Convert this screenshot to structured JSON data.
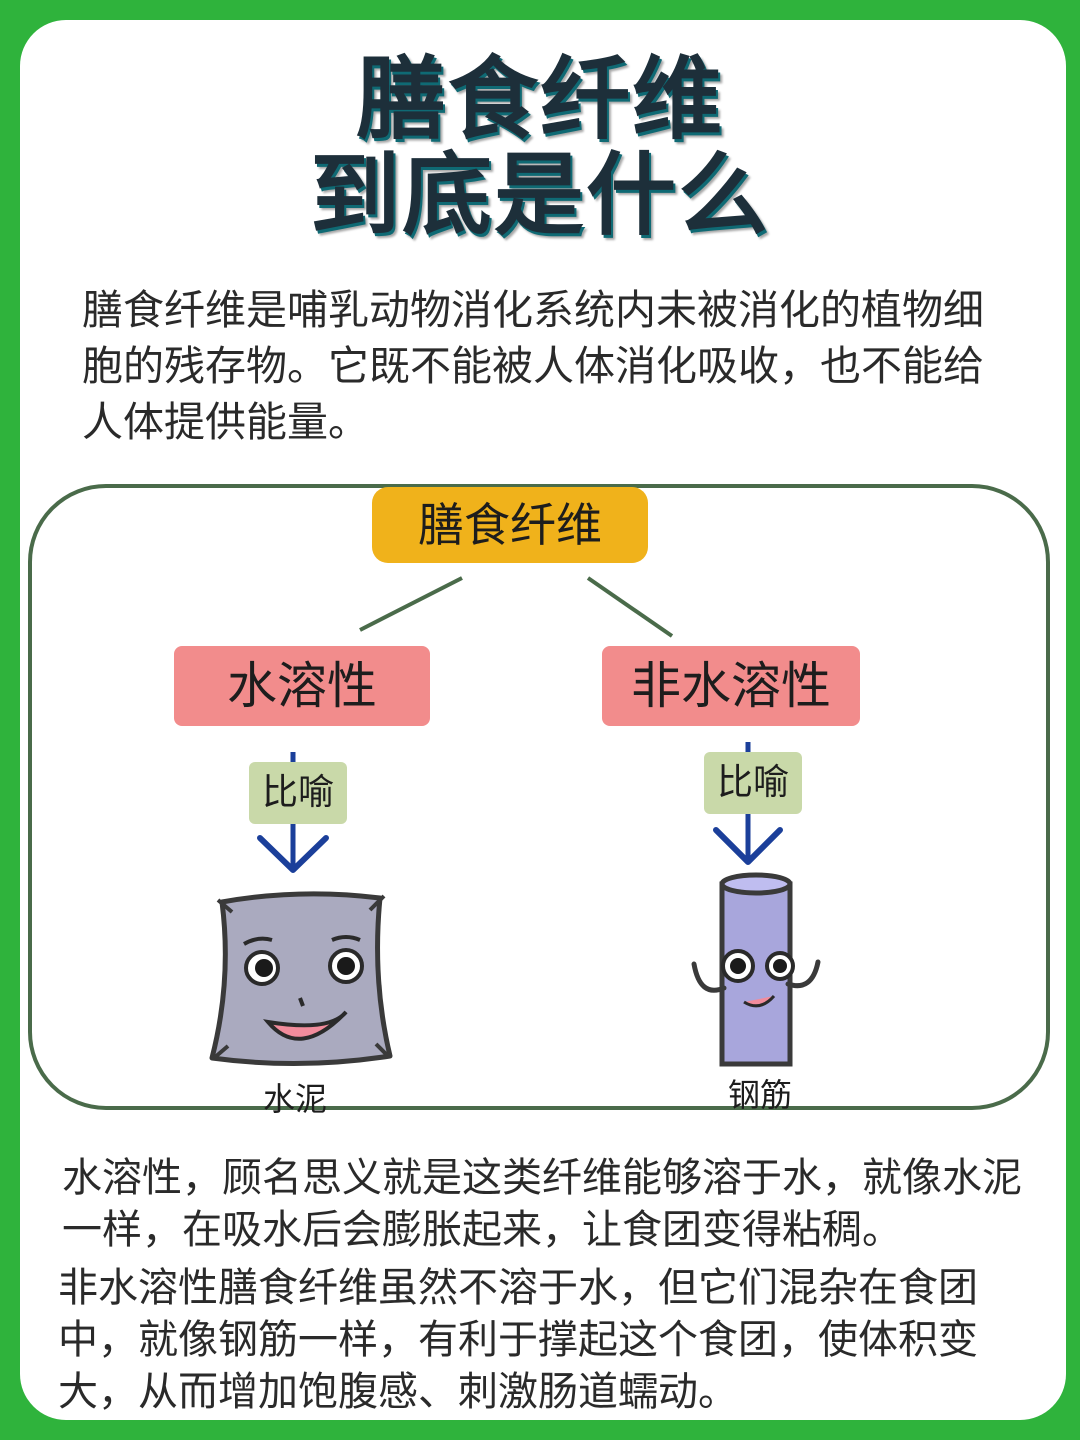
{
  "title": {
    "line1": "膳食纤维",
    "line2": "到底是什么"
  },
  "intro": "膳食纤维是哺乳动物消化系统内未被消化的植物细胞的残存物。它既不能被人体消化吸收，也不能给人体提供能量。",
  "diagram": {
    "root": "膳食纤维",
    "soluble": {
      "label": "水溶性",
      "metaphor": "比喻",
      "image_label": "水泥"
    },
    "insoluble": {
      "label": "非水溶性",
      "metaphor": "比喻",
      "image_label": "钢筋"
    }
  },
  "paragraphs": [
    "水溶性，顾名思义就是这类纤维能够溶于水，就像水泥一样，在吸水后会膨胀起来，让食团变得粘稠。",
    "非水溶性膳食纤维虽然不溶于水，但它们混杂在食团中，就像钢筋一样，有利于撑起这个食团，使体积变大，从而增加饱腹感、刺激肠道蠕动。"
  ],
  "colors": {
    "background": "#2fb33c",
    "root_box": "#f0b21b",
    "type_box": "#f28c8c",
    "metaphor_box": "#c9d9a9",
    "arrow": "#1b3f9a"
  }
}
